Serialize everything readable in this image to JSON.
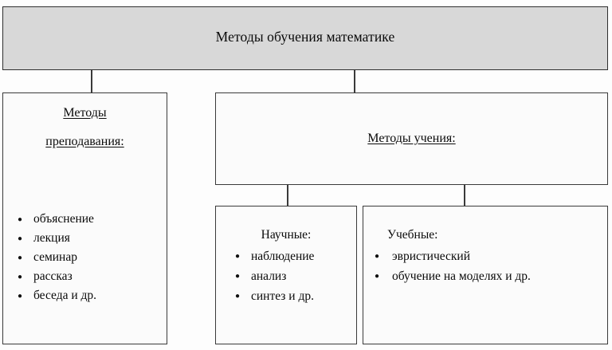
{
  "diagram": {
    "title": "Методы обучения математике",
    "root": {
      "label": "Методы обучения математике"
    },
    "branches": [
      {
        "id": "teaching",
        "heading_line1": "Методы",
        "heading_line2": "преподавания:",
        "underlined": true,
        "items": [
          "объяснение",
          "лекция",
          "семинар",
          "рассказ",
          "беседа и др."
        ]
      },
      {
        "id": "learning",
        "heading": "Методы учения:",
        "underlined": true,
        "children": [
          {
            "id": "scientific",
            "heading": "Научные:",
            "underlined": false,
            "items": [
              "наблюдение",
              "анализ",
              "синтез и др."
            ]
          },
          {
            "id": "educational",
            "heading": "Учебные:",
            "underlined": false,
            "items": [
              "эвристический",
              "обучение  на  моделях  и др."
            ]
          }
        ]
      }
    ],
    "colors": {
      "root_fill": "#d8d8d8",
      "box_fill": "#fbfbfb",
      "border": "#3a3a3a",
      "text": "#0a0a0a"
    }
  }
}
